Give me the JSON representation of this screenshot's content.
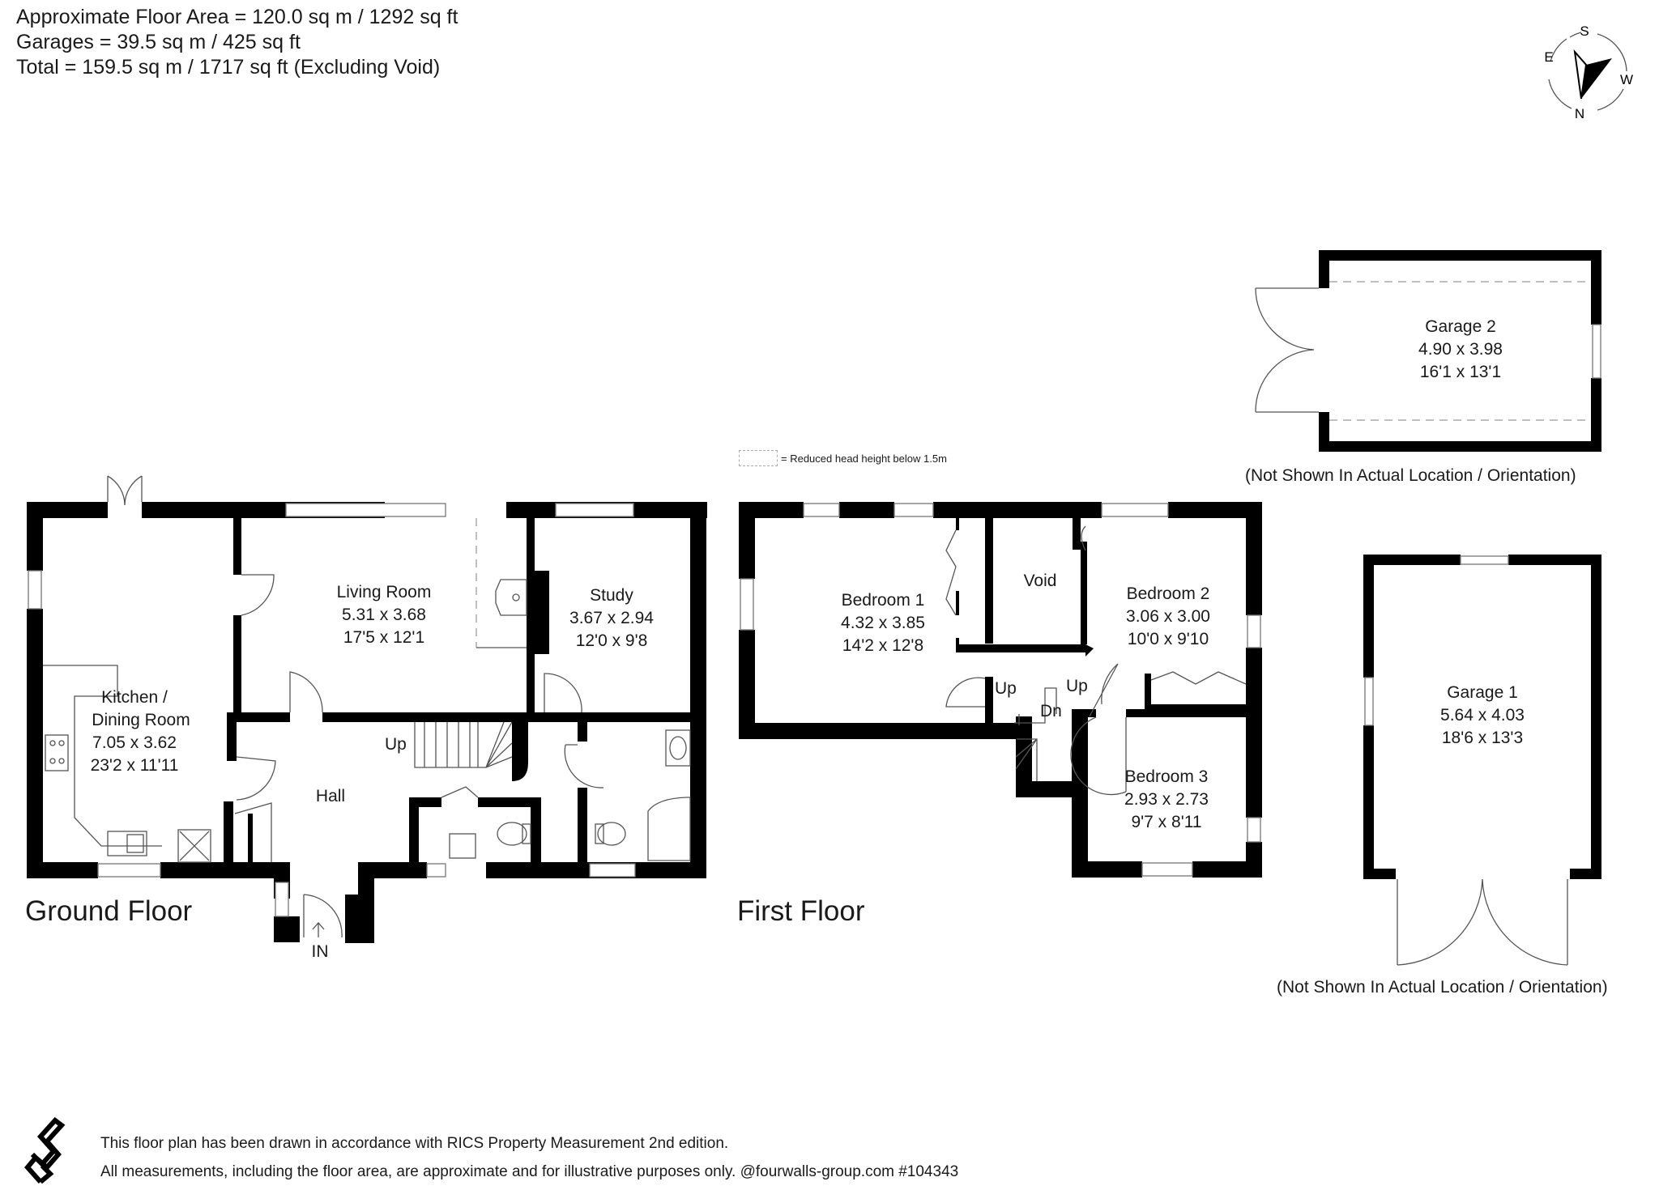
{
  "summary": {
    "line1": "Approximate Floor Area = 120.0 sq m / 1292 sq ft",
    "line2": "Garages = 39.5 sq m / 425 sq ft",
    "line3": "Total = 159.5 sq m / 1717 sq ft (Excluding Void)"
  },
  "compass": {
    "n": "N",
    "s": "S",
    "e": "E",
    "w": "W"
  },
  "legend": {
    "text": "= Reduced head height below 1.5m"
  },
  "ground_floor": {
    "label": "Ground Floor",
    "entrance": "IN",
    "stairs": "Up",
    "rooms": [
      {
        "name": "Kitchen /",
        "name2": "Dining Room",
        "metric": "7.05 x 3.62",
        "imperial": "23'2 x 11'11"
      },
      {
        "name": "Living Room",
        "metric": "5.31 x 3.68",
        "imperial": "17'5 x 12'1"
      },
      {
        "name": "Study",
        "metric": "3.67 x 2.94",
        "imperial": "12'0 x 9'8"
      },
      {
        "name": "Hall"
      }
    ]
  },
  "first_floor": {
    "label": "First Floor",
    "stairs_up_1": "Up",
    "stairs_up_2": "Up",
    "stairs_down": "Dn",
    "rooms": [
      {
        "name": "Bedroom 1",
        "metric": "4.32 x 3.85",
        "imperial": "14'2 x 12'8"
      },
      {
        "name": "Bedroom 2",
        "metric": "3.06 x 3.00",
        "imperial": "10'0 x 9'10"
      },
      {
        "name": "Bedroom 3",
        "metric": "2.93 x 2.73",
        "imperial": "9'7 x 8'11"
      },
      {
        "name": "Void"
      }
    ]
  },
  "garages": [
    {
      "name": "Garage 2",
      "metric": "4.90 x 3.98",
      "imperial": "16'1 x 13'1",
      "note": "(Not Shown In Actual Location / Orientation)"
    },
    {
      "name": "Garage 1",
      "metric": "5.64 x 4.03",
      "imperial": "18'6 x 13'3",
      "note": "(Not Shown In Actual Location / Orientation)"
    }
  ],
  "footer": {
    "line1": "This floor plan has been drawn in accordance with RICS Property Measurement 2nd edition.",
    "line2": "All measurements, including the floor area, are approximate and for illustrative purposes only. @fourwalls-group.com #104343"
  },
  "colors": {
    "wall": "#000000",
    "fixture_line": "#555555",
    "reduced_height_dash": "#aaaaaa",
    "text": "#1a1a1a"
  }
}
